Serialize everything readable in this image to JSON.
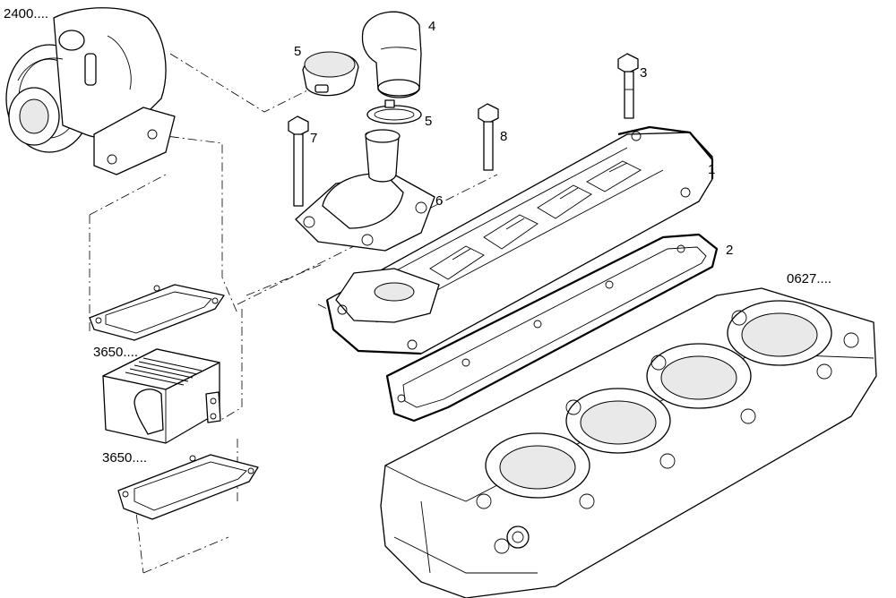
{
  "diagram": {
    "callouts": {
      "c1": "1",
      "c2": "2",
      "c3": "3",
      "c4": "4",
      "c5a": "5",
      "c5b": "5",
      "c6": "6",
      "c7": "7",
      "c8": "8"
    },
    "references": {
      "turbo": "2400....",
      "cooler": "3650....",
      "cooler_gasket": "3650....",
      "head": "0627...."
    }
  }
}
